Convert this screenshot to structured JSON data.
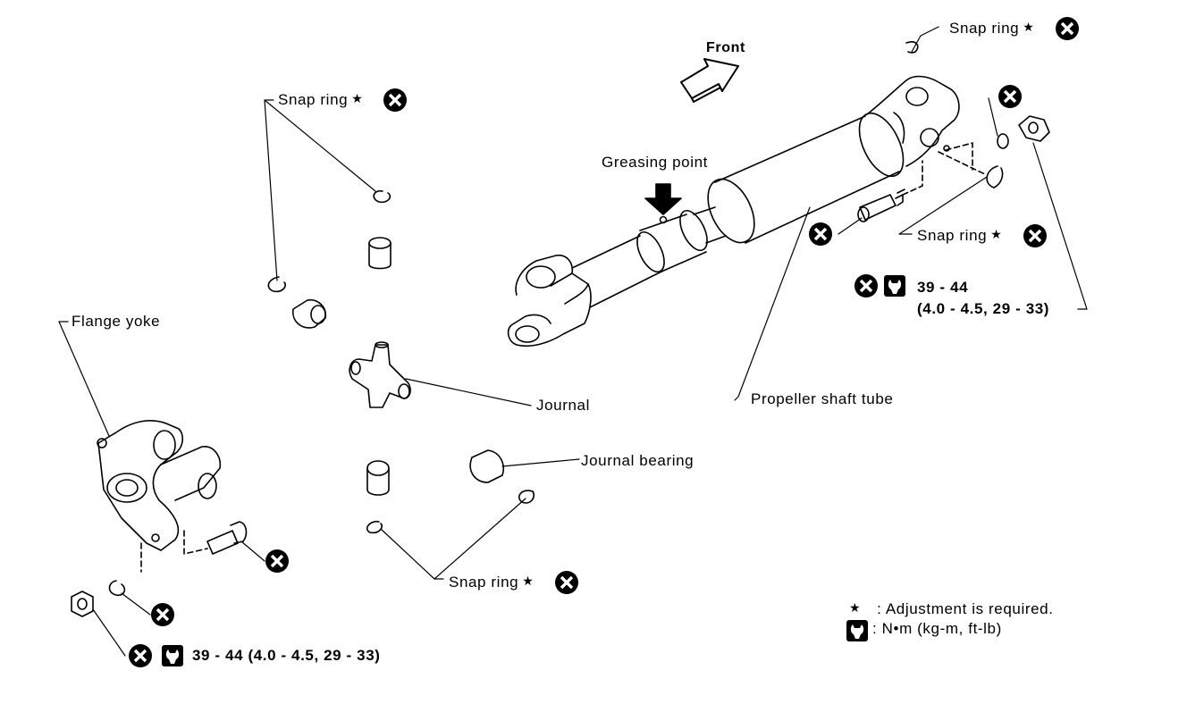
{
  "labels": {
    "front": "Front",
    "greasing_point": "Greasing point",
    "snap_ring": "Snap ring",
    "flange_yoke": "Flange yoke",
    "journal": "Journal",
    "propeller_shaft_tube": "Propeller shaft tube",
    "journal_bearing": "Journal bearing"
  },
  "torque": {
    "right_line1": "39 - 44",
    "right_line2": "(4.0 - 4.5, 29 - 33)",
    "bottom": "39 - 44 (4.0 - 4.5, 29 - 33)"
  },
  "legend": {
    "star_text": ": Adjustment is required.",
    "torque_text": ": N•m (kg-m, ft-lb)"
  },
  "symbols": {
    "star": "★",
    "replace_icon": "circled-x-icon",
    "torque_icon": "torque-wrench-icon"
  }
}
